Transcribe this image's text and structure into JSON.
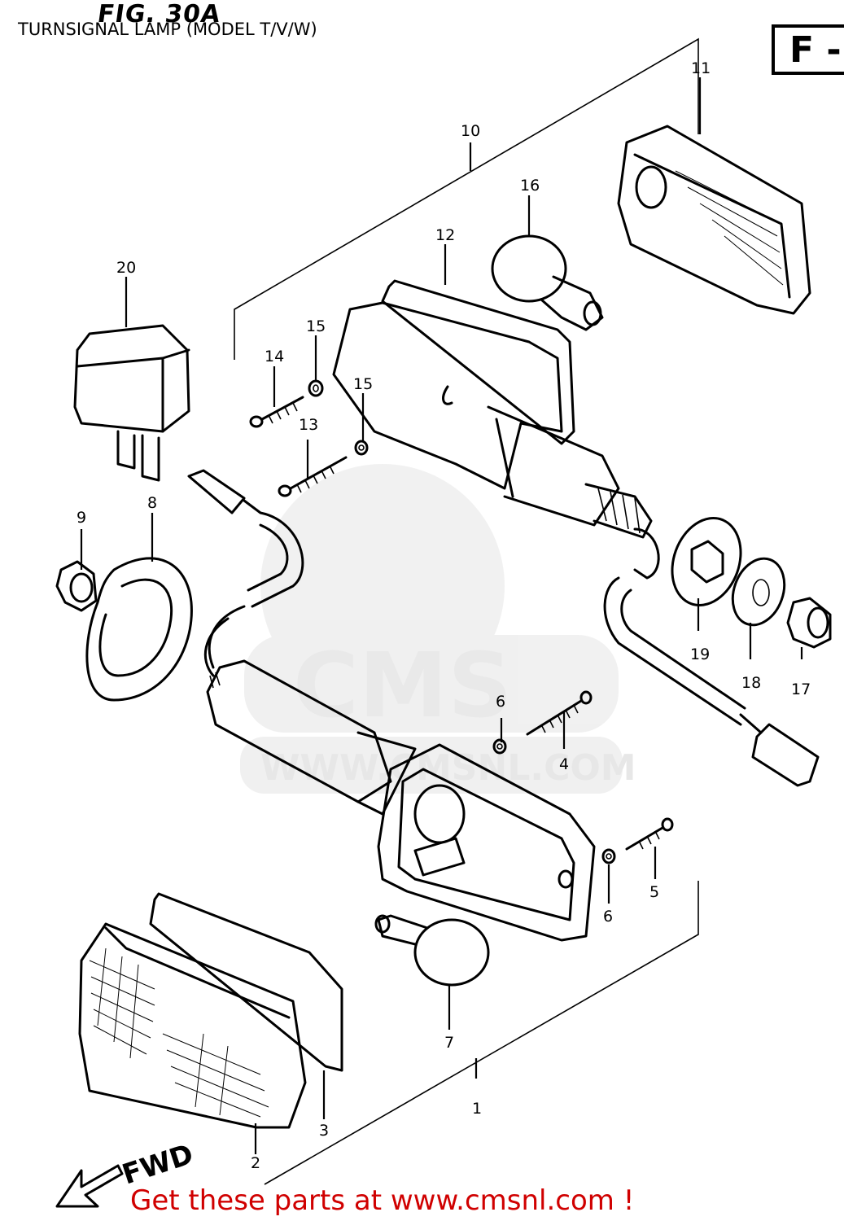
{
  "figure": {
    "number": "FIG. 30A",
    "title": "TURNSIGNAL LAMP (MODEL T/V/W)",
    "section_tag": "F -"
  },
  "orientation_label": "FWD",
  "callouts": [
    "1",
    "2",
    "3",
    "4",
    "5",
    "6",
    "6",
    "7",
    "8",
    "9",
    "10",
    "11",
    "12",
    "13",
    "14",
    "15",
    "15",
    "16",
    "17",
    "18",
    "19",
    "20"
  ],
  "watermark": {
    "brand": "CMS",
    "site": "WWW.CMSNL.COM"
  },
  "footer": {
    "cta": "Get these parts at www.cmsnl.com !"
  }
}
